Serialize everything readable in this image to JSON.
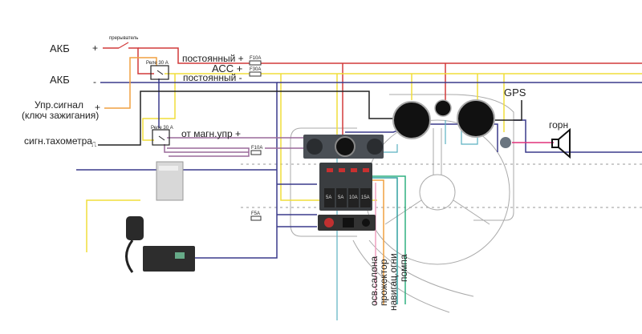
{
  "labels": {
    "akb_plus": "АКБ",
    "plus_sign": "+",
    "akb_minus": "АКБ",
    "minus_sign": "-",
    "breaker": "прерыватель",
    "relay1": "Реле 30 А",
    "relay2": "Реле 30 А",
    "const_plus": "постоянный  +",
    "acc_plus": "АСС  +",
    "const_minus": "постоянный  -",
    "ctrl_signal": "Упр.сигнал",
    "ignition_key": "(ключ зажигания)",
    "ctrl_plus": "+",
    "tacho_signal": "сигн.тахометра",
    "tacho_pulse": "⎍",
    "from_radio": "от магн.упр  +",
    "gps": "GPS",
    "horn": "горн",
    "out_cabin_light": "осв.салона",
    "out_searchlight": "прожектор",
    "out_nav_lights": "навигац.огни",
    "out_pump": "помпа"
  },
  "fuses": [
    "F10A",
    "F30A",
    "F10A",
    "F5A"
  ],
  "switch_panel": {
    "ratings": [
      "5A",
      "5A",
      "10A",
      "15A"
    ]
  },
  "wire_colors": {
    "constant_plus": "#d23a3a",
    "acc": "#f0de3a",
    "ground": "#3a3a8c",
    "control": "#f0a040",
    "tacho": "#222222",
    "radio": "#9a6a9a",
    "horn": "#e0307a",
    "gauges": "#5ab0c0",
    "pump": "#30b080",
    "cabin_light": "#f0a0c0"
  }
}
